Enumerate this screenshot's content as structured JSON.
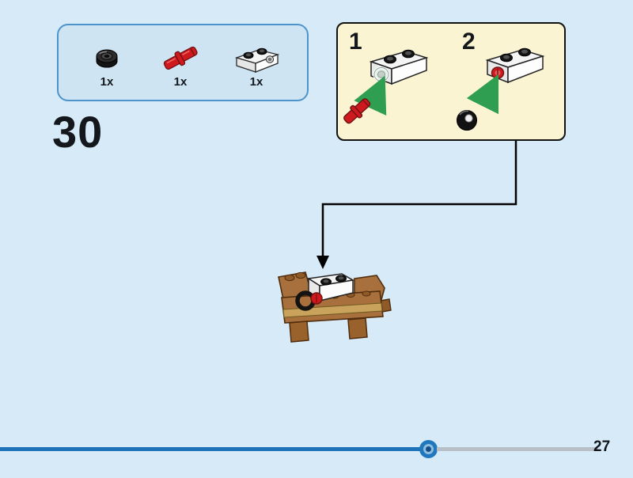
{
  "page": {
    "step_number": "30",
    "page_number": "27",
    "background_color": "#d6eaf8"
  },
  "parts_panel": {
    "parts": [
      {
        "qty": "1x",
        "name": "black-round-plate"
      },
      {
        "qty": "1x",
        "name": "red-connector-pin"
      },
      {
        "qty": "1x",
        "name": "white-plate-1x2-with-pin-hole"
      }
    ]
  },
  "substeps": {
    "items": [
      {
        "label": "1",
        "depicts": "insert red pin into hole of white plate"
      },
      {
        "label": "2",
        "depicts": "attach black round piece onto red pin"
      }
    ]
  },
  "colors": {
    "parts_panel_fill": "#cfe4f3",
    "parts_panel_border": "#4d94cc",
    "substep_panel_fill": "#fbf4d2",
    "substep_panel_border": "#121212",
    "arrow_green": "#2f9e50",
    "brick_red": "#ce1a1f",
    "brick_brown": "#a8703c",
    "brick_tan": "#c9a35b",
    "progress_done": "#1d72b8",
    "progress_remaining": "#b9bfc6"
  },
  "progress": {
    "fraction_complete": 0.68
  }
}
